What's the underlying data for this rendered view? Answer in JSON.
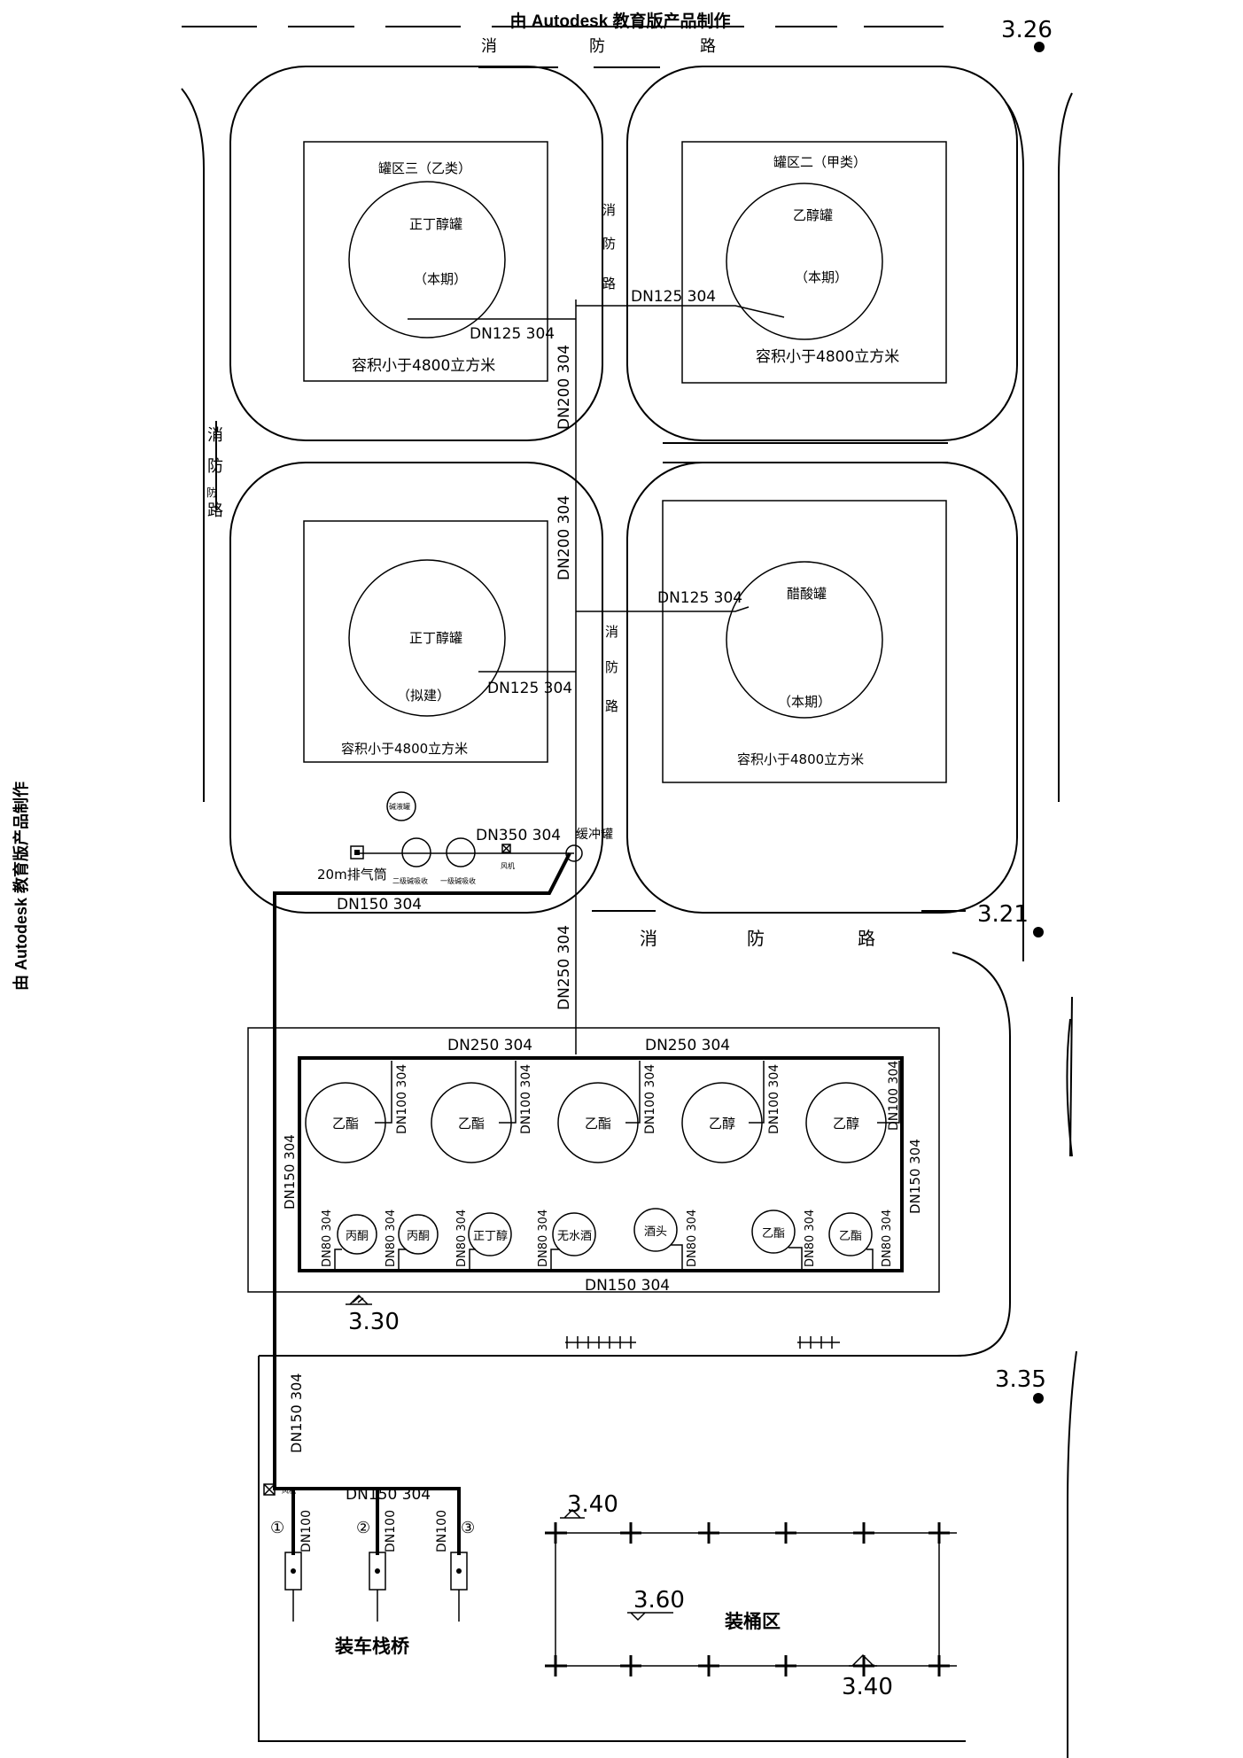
{
  "watermark_top": "由 Autodesk 教育版产品制作",
  "watermark_left": "由 Autodesk 教育版产品制作",
  "watermark_right": "",
  "roads": {
    "top": [
      "消",
      "防",
      "路"
    ],
    "left": [
      "消",
      "防",
      "防",
      "路"
    ],
    "middle_upper": [
      "消",
      "防",
      "路"
    ],
    "middle_lower": [
      "消",
      "防",
      "路"
    ],
    "bottom": [
      "消",
      "防",
      "路"
    ]
  },
  "elevations": {
    "top_right": "3.26",
    "mid_right": "3.21",
    "lower_right": "3.35",
    "bay": "3.30",
    "loading_top": "3.40",
    "loading_mid": "3.60",
    "loading_bottom": "3.40"
  },
  "tank_areas": {
    "area3": {
      "title": "罐区三（乙类）",
      "tank_name": "正丁醇罐",
      "phase": "（本期）",
      "capacity": "容积小于4800立方米"
    },
    "area2": {
      "title": "罐区二（甲类）",
      "tank_name": "乙醇罐",
      "phase": "（本期）",
      "capacity": "容积小于4800立方米"
    },
    "area_ll": {
      "tank_name": "正丁醇罐",
      "phase": "（拟建）",
      "capacity": "容积小于4800立方米"
    },
    "area_lr": {
      "tank_name": "醋酸罐",
      "phase": "（本期）",
      "capacity": "容积小于4800立方米"
    }
  },
  "pipes": {
    "dn125_a": "DN125 304",
    "dn125_b": "DN125 304",
    "dn125_c": "DN125 304",
    "dn125_d": "DN125 304",
    "dn200_a": "DN200 304",
    "dn200_b": "DN200 304",
    "dn350": "DN350 304",
    "dn150_top": "DN150 304",
    "dn250_v": "DN250 304",
    "dn250_l": "DN250 304",
    "dn250_r": "DN250 304",
    "dn150_left": "DN150 304",
    "dn150_right": "DN150 304",
    "dn150_bottom": "DN150 304",
    "dn150_lower_v": "DN150 304",
    "dn150_lower_h": "DN150 304",
    "dn100": "DN100 304",
    "dn80": "DN80 304",
    "dn100_short": "DN100"
  },
  "equipment": {
    "alkali_tank": "碱液罐",
    "buffer_tank": "缓冲罐",
    "vent": "20m排气筒",
    "absorber_2": "二级碱吸收",
    "absorber_1": "一级碱吸收",
    "fan": "风机",
    "fan_lower": "风机"
  },
  "bay_tanks_top": [
    "乙酯",
    "乙酯",
    "乙酯",
    "乙醇",
    "乙醇"
  ],
  "bay_tanks_bottom": [
    "丙酮",
    "丙酮",
    "正丁醇",
    "无水酒",
    "酒头",
    "乙酯",
    "乙酯"
  ],
  "loading": {
    "trestle": "装车栈桥",
    "barrel": "装桶区",
    "stations": [
      "①",
      "②",
      "③"
    ]
  }
}
